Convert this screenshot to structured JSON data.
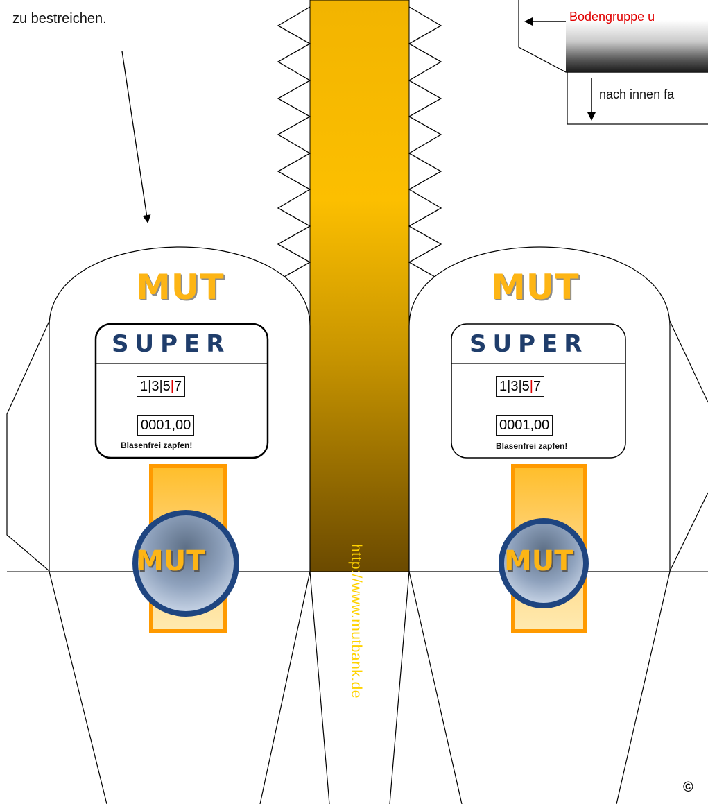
{
  "instructions": {
    "line1": "zu bestreichen."
  },
  "labels": {
    "floor_group": "Bodengruppe u",
    "fold_inward": "nach innen fa"
  },
  "pumps": [
    {
      "brand": "MUT",
      "fuel": "SUPER",
      "counter_digits": [
        "1",
        "3",
        "5",
        "7"
      ],
      "amount": "0001,00",
      "slogan": "Blasenfrei zapfen!",
      "knob_label": "MUT"
    },
    {
      "brand": "MUT",
      "fuel": "SUPER",
      "counter_digits": [
        "1",
        "3",
        "5",
        "7"
      ],
      "amount": "0001,00",
      "slogan": "Blasenfrei zapfen!",
      "knob_label": "MUT"
    }
  ],
  "strip": {
    "url": "http://www.mutbank.de"
  },
  "footer": {
    "copyright": "©"
  },
  "colors": {
    "brand_yellow": "#fdb515",
    "super_blue": "#1f3d6b",
    "label_red": "#e00000",
    "knob_ring": "#1f4580",
    "orange_band": "#ff9a00"
  }
}
